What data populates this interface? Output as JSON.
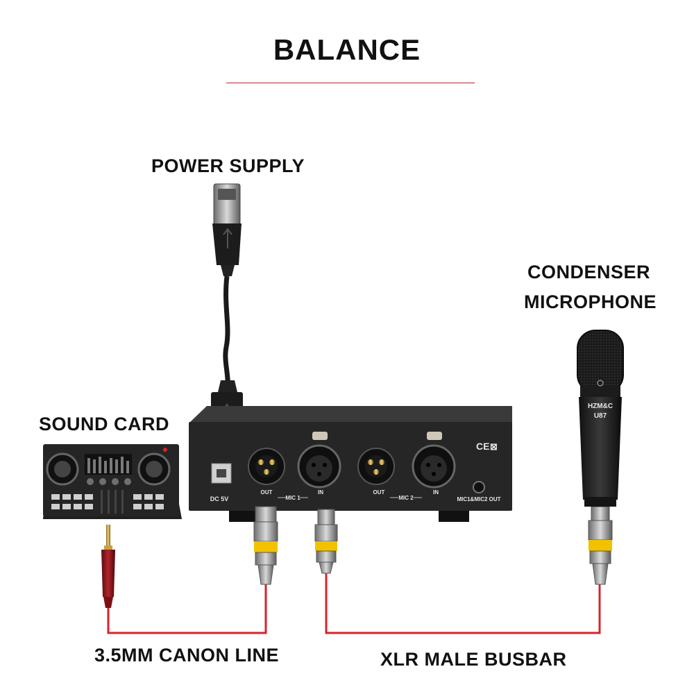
{
  "title": "BALANCE",
  "labels": {
    "power_supply": "POWER SUPPLY",
    "condenser_line1": "CONDENSER",
    "condenser_line2": "MICROPHONE",
    "sound_card": "SOUND CARD",
    "canon_line": "3.5MM CANON LINE",
    "xlr_busbar": "XLR MALE BUSBAR"
  },
  "device_panel": {
    "dc_label": "DC 5V",
    "out1": "OUT",
    "mic1": "MIC 1",
    "in1": "IN",
    "out2": "OUT",
    "mic2": "MIC 2",
    "in2": "IN",
    "mix_out": "MIC1&MIC2 OUT",
    "cert": "CE"
  },
  "microphone": {
    "brand": "HZM&C",
    "model": "U87"
  },
  "colors": {
    "accent_rule": "#b3262a",
    "cable_red": "#d8232a",
    "ring_yellow": "#f2c200",
    "device_body": "#2a2a2a"
  }
}
